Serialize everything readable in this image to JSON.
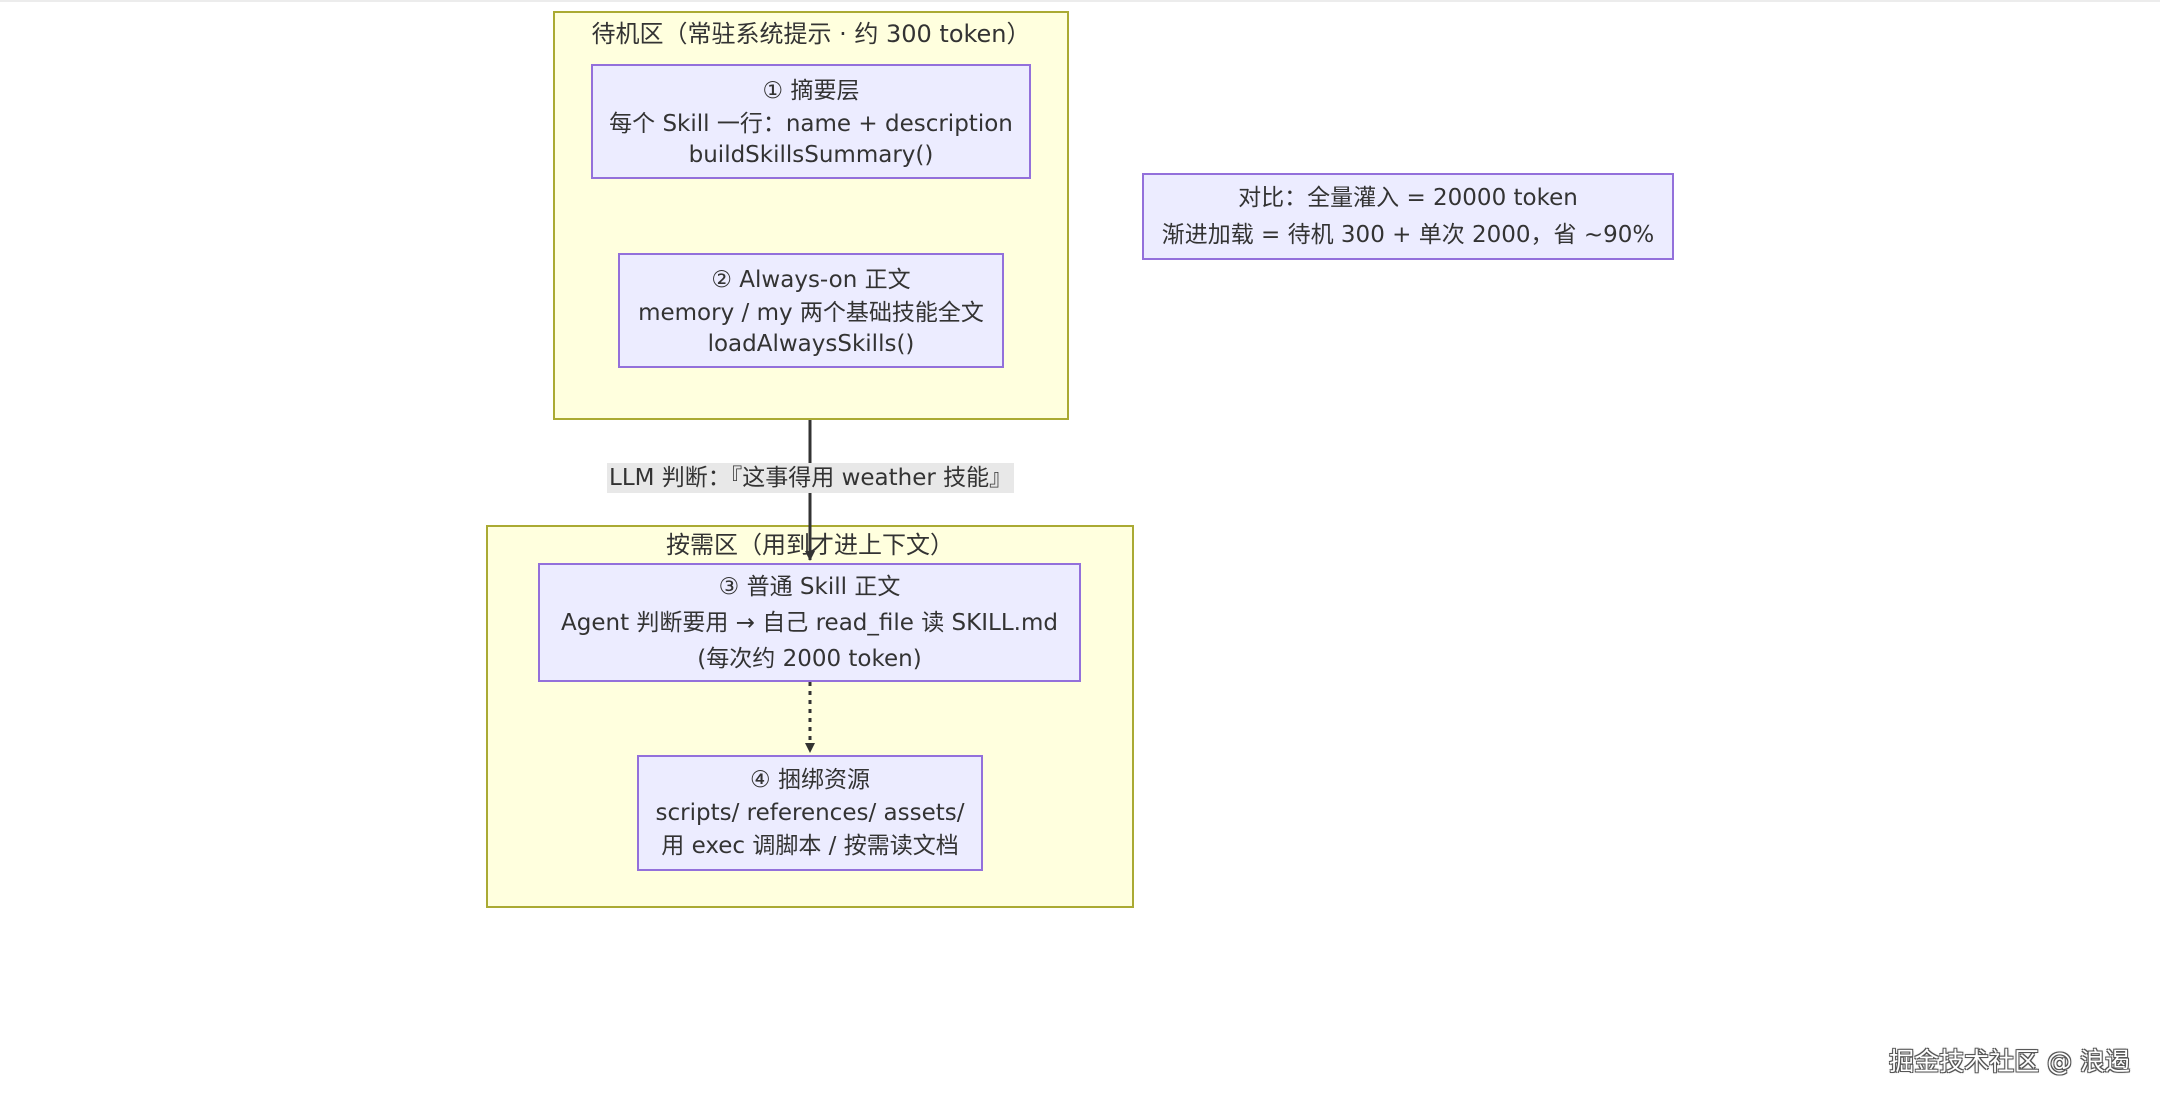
{
  "standby_zone": {
    "title": "待机区（常驻系统提示 · 约 300 token）",
    "node1": {
      "title": "① 摘要层",
      "line1": "每个 Skill 一行：name + description",
      "line2": "buildSkillsSummary()"
    },
    "node2": {
      "title": "② Always-on 正文",
      "line1": "memory / my 两个基础技能全文",
      "line2": "loadAlwaysSkills()"
    }
  },
  "on_demand_zone": {
    "title": "按需区（用到才进上下文）",
    "node3": {
      "title": "③ 普通 Skill 正文",
      "line1": "Agent 判断要用 → 自己 read_file 读 SKILL.md",
      "line2": "(每次约 2000 token)"
    },
    "node4": {
      "title": "④ 捆绑资源",
      "line1": "scripts/ references/ assets/",
      "line2": "用 exec 调脚本 / 按需读文档"
    }
  },
  "edge_label": "LLM 判断：『这事得用 weather 技能』",
  "comparison": {
    "line1": "对比：全量灌入 = 20000 token",
    "line2": "渐进加载 = 待机 300 + 单次 2000，省 ~90%"
  },
  "watermark": "掘金技术社区 @ 浪遏",
  "colors": {
    "cluster_fill": "#ffffde",
    "cluster_border": "#aaaa33",
    "node_fill": "#ececff",
    "node_border": "#9370db",
    "edge": "#333333"
  }
}
